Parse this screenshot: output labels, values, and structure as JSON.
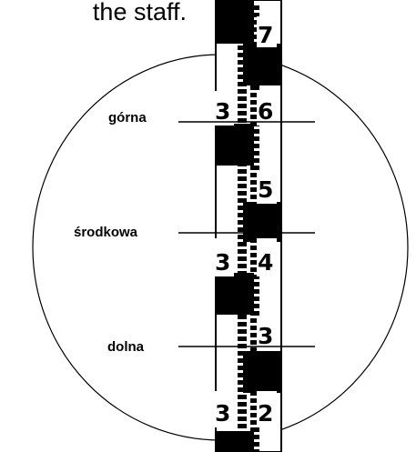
{
  "caption": "the staff.",
  "labels": {
    "upper": "górna",
    "middle": "środkowa",
    "lower": "dolna"
  },
  "staff_numbers": {
    "n7": "7",
    "n36a": "3",
    "n36b": "6",
    "n5": "5",
    "n34a": "3",
    "n34b": "4",
    "n3": "3",
    "n32a": "3",
    "n32b": "2"
  },
  "colors": {
    "ink": "#000000",
    "paper": "#ffffff"
  }
}
